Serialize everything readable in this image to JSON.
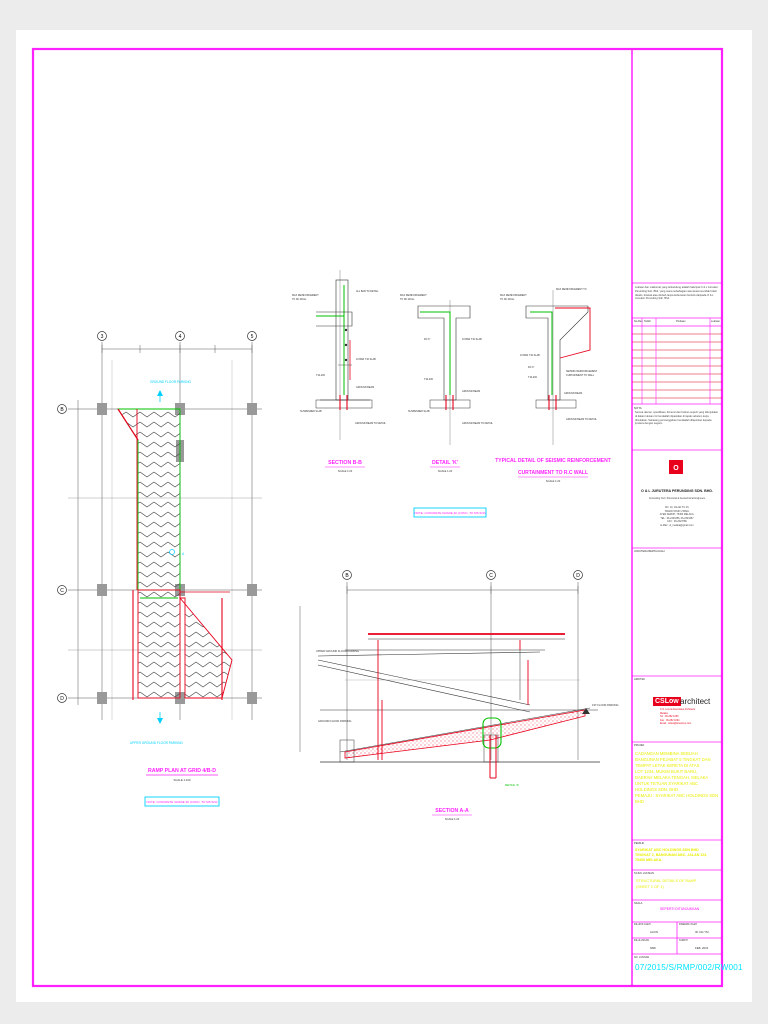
{
  "drawing": {
    "plan_title": "RAMP PLAN AT GRID 4/B-D",
    "section_aa_title": "SECTION A-A",
    "section_bb_title": "SECTION B-B",
    "detail_title": "DETAIL 'K'",
    "typical_title_line1": "TYPICAL DETAIL OF SEISMIC REINFORCEMENT",
    "typical_title_line2": "CURTAINMENT TO R.C WALL",
    "scale_text": "SCALE 1:100",
    "scale_small": "SCALE 1:20",
    "note_box_1": "NOTE: CONCRETE GRADE 30 (CONC. TO MS 523)",
    "note_box_2": "NOTE: CONCRETE GRADE 30 (CONC. TO MS 523)",
    "ground_floor_top": "GROUND FLOOR PARKING",
    "ground_floor_bottom": "UPPER GROUND FLOOR PARKING",
    "grid_top": [
      "3",
      "4",
      "5"
    ],
    "grid_side": [
      "B",
      "C",
      "D"
    ],
    "grid_section": [
      "B",
      "C",
      "D"
    ],
    "level_tag_1": "UPPER GROUND FLOOR PARKING",
    "level_tag_2": "GROUND FLOOR PARKING",
    "level_tag_3": "1ST FLOOR PARKING",
    "detail_k_marker": "DETAIL 'K'"
  },
  "title_block": {
    "disclaimer": "Lukisan dan maklumat yang terkandung adalah hakcipta O & L Juruukur Perunding Sdn. Bhd. yang mana sebahagian atau kesemua tidak boleh disalin, dicetak atau diubah tanpa kebenaran bertulis daripada O & L Juruukur Perunding Sdn. Bhd.",
    "rev_headers": [
      "No.Rev",
      "Tarikh",
      "Pindaan",
      "Lukisan"
    ],
    "notes_heading": "NOTA",
    "notes_text": "Semua ukuran, spesifikasi, dimensi dan butiran seperti yang ditunjukkan di dalam lukisan ini hendaklah dipastikan di tapak sebelum kerja dimulakan. Sebarang percanggahan hendaklah dilaporkan kepada jurutera dengan segera.",
    "firm_name": "O & L JURUTERA PERUNDING SDN. BHD.",
    "firm_sub": "Consulting Civil, Structural & Geotechnical Engineers",
    "firm_addr1": "NO. 10, JALAN TU 43,",
    "firm_addr2": "TAMAN TASIK UTAMA,",
    "firm_addr3": "AYER KEROH, 75450 MELAKA.",
    "firm_tel": "TEL : 06-2323456, 06-2323457",
    "firm_fax": "FAX : 06-2323789",
    "firm_email": "E-Mail : ol_melaka@gmail.com",
    "engineer_heading": "JURUTERA BERTAULIAH",
    "architect_heading": "ARKITEK",
    "architect_logo_box": "CSLow",
    "architect_logo_word": "architect",
    "architect_lines": [
      "C.S. Low & Associates Architects",
      "Melaka",
      "Tel : 06-282 1093",
      "Fax : 06-282 1094",
      "Email : cslow@streamyx.com"
    ],
    "project_heading": "PROJEK",
    "project_lines": [
      "CADANGAN MEMBINA SEBUAH",
      "BANGUNAN PEJABAT 5 TINGKAT DAN",
      "TEMPAT LETAK KERETA DI ATAS",
      "LOT 1234, MUKIM BUKIT BARU,",
      "DAERAH MELAKA TENGAH, MELAKA",
      "UNTUK TETUAN SYARIKAT ABC",
      "HOLDINGS SDN. BHD.",
      "",
      "PEMAJU : SYARIKAT ABC HOLDINGS SDN BHD"
    ],
    "owner_heading": "PEMILIK",
    "owner_lines": [
      "SYARIKAT ABC HOLDINGS SDN BHD",
      "TINGKAT 2, BANGUNAN ABC, JALAN 123,",
      "75450 MELAKA."
    ],
    "drawing_heading": "TAJUK LUKISAN",
    "drawing_lines": [
      "STRUCTURAL DETAILS OF RAMP",
      "(SHEET 1 OF 1)"
    ],
    "scale_heading": "SKALA",
    "scale_value": "SEPERTI DITUNJUKKAN",
    "drawn_heading": "DILUKIS OLEH",
    "drawn_value": "ALVIN",
    "checked_heading": "DISEMAK OLEH",
    "checked_value": "IR. NG YM",
    "approved_heading": "DILULUSKAN",
    "approved_value": "NMF",
    "date_heading": "TARIKH",
    "date_value": "FEB. 2016",
    "dwgno_heading": "NO. LUKISAN",
    "dwgno_value": "07/2015/S/RMP/002/RW001"
  },
  "colors": {
    "frame": "#ff22ff",
    "red": "#e8001c",
    "green": "#00c000",
    "cyan": "#00d0ff",
    "yellow": "#e8ee00"
  }
}
